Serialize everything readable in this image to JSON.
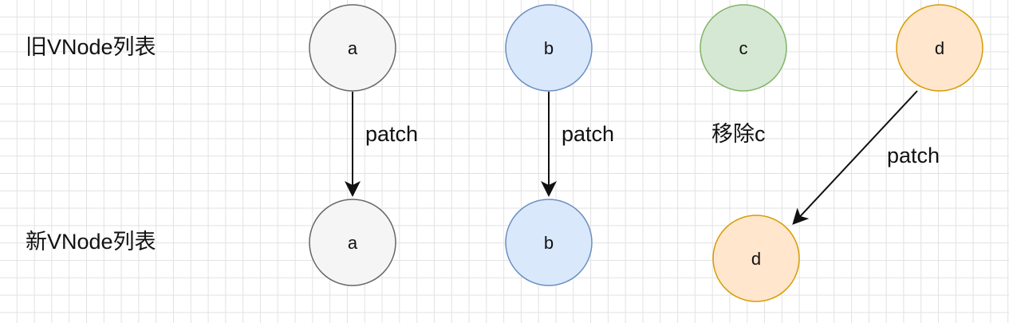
{
  "rows": {
    "old_label": "旧VNode列表",
    "new_label": "新VNode列表"
  },
  "nodes": {
    "old_a": {
      "label": "a",
      "fill": "#f5f5f5",
      "stroke": "#666666"
    },
    "old_b": {
      "label": "b",
      "fill": "#dae8fc",
      "stroke": "#6c8ebf"
    },
    "old_c": {
      "label": "c",
      "fill": "#d5e8d4",
      "stroke": "#82b366"
    },
    "old_d": {
      "label": "d",
      "fill": "#ffe6cc",
      "stroke": "#d79b00"
    },
    "new_a": {
      "label": "a",
      "fill": "#f5f5f5",
      "stroke": "#666666"
    },
    "new_b": {
      "label": "b",
      "fill": "#dae8fc",
      "stroke": "#6c8ebf"
    },
    "new_d": {
      "label": "d",
      "fill": "#ffe6cc",
      "stroke": "#d79b00"
    }
  },
  "edges": {
    "a_label": "patch",
    "b_label": "patch",
    "d_label": "patch"
  },
  "annotations": {
    "remove_c": "移除c"
  }
}
